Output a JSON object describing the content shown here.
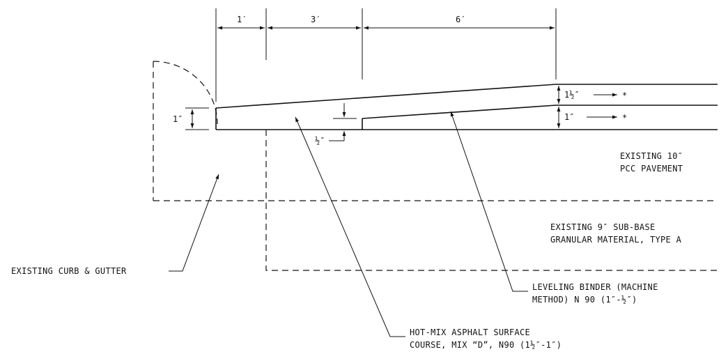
{
  "dimensions": {
    "top_1": "1′",
    "top_3": "3′",
    "top_6": "6′",
    "left_1in": "1″",
    "center_half_in": "½″",
    "right_surface": "1½″",
    "right_binder": "1″"
  },
  "markers": {
    "surface_asterisk": "*",
    "binder_asterisk": "*"
  },
  "notes": {
    "pcc_line1": "EXISTING 10″",
    "pcc_line2": "PCC PAVEMENT",
    "subbase_line1": "EXISTING 9″ SUB-BASE",
    "subbase_line2": "GRANULAR MATERIAL, TYPE A",
    "curb": "EXISTING CURB & GUTTER",
    "binder_line1": "LEVELING BINDER (MACHINE",
    "binder_line2": "METHOD) N 90 (1″-½″)",
    "surface_line1": "HOT-MIX ASPHALT SURFACE",
    "surface_line2": "COURSE, MIX “D”, N90 (1½″-1″)"
  }
}
